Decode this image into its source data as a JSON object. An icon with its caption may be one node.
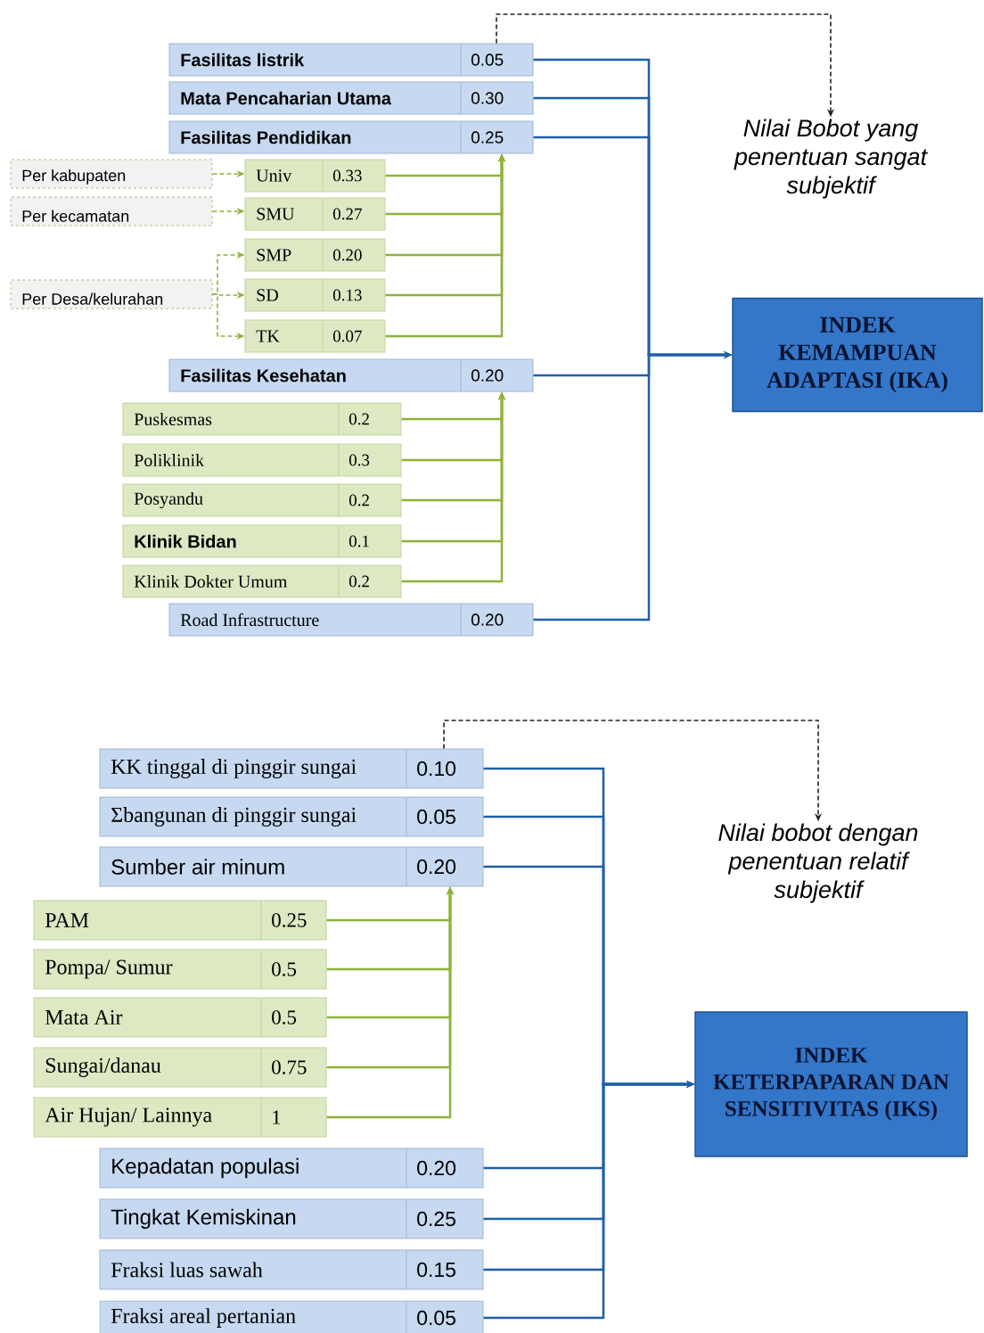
{
  "diagram": {
    "nodes": [
      {
        "text": [
          "Fasilitas listrik",
          "0.05"
        ]
      },
      {
        "text": [
          "Mata Pencaharian Utama",
          "0.30"
        ]
      },
      {
        "text": [
          "Fasilitas Pendidikan",
          "0.25"
        ]
      },
      {
        "text": [
          "Per kabupaten"
        ]
      },
      {
        "text": [
          "Per kecamatan"
        ]
      },
      {
        "text": [
          "Per Desa/kelurahan"
        ]
      },
      {
        "text": [
          "Univ",
          "0.33"
        ]
      },
      {
        "text": [
          "SMU",
          "0.27"
        ]
      },
      {
        "text": [
          "SMP",
          "0.20"
        ]
      },
      {
        "text": [
          "SD",
          "0.13"
        ]
      },
      {
        "text": [
          "TK",
          "0.07"
        ]
      },
      {
        "text": [
          "Fasilitas Kesehatan",
          "0.20"
        ]
      },
      {
        "text": [
          "Puskesmas",
          "0.2"
        ]
      },
      {
        "text": [
          "Poliklinik",
          "0.3"
        ]
      },
      {
        "text": [
          "Posyandu",
          "0.2"
        ]
      },
      {
        "text": [
          "Klinik Bidan",
          "0.1"
        ]
      },
      {
        "text": [
          "Klinik Dokter Umum",
          "0.2"
        ]
      },
      {
        "text": [
          "Road Infrastructure",
          "0.20"
        ]
      },
      {
        "text": [
          "INDEK KEMAMPUAN ADAPTASI (IKA)"
        ]
      },
      {
        "text": [
          "Nilai Bobot yang penentuan sangat subjektif"
        ]
      },
      {
        "text": [
          "KK tinggal di pinggir sungai",
          "0.10"
        ]
      },
      {
        "text": [
          "Σbangunan di pinggir sungai",
          "0.05"
        ]
      },
      {
        "text": [
          "Sumber air minum",
          "0.20"
        ]
      },
      {
        "text": [
          "PAM",
          "0.25"
        ]
      },
      {
        "text": [
          "Pompa/ Sumur",
          "0.5"
        ]
      },
      {
        "text": [
          "Mata Air",
          "0.5"
        ]
      },
      {
        "text": [
          "Sungai/danau",
          "0.75"
        ]
      },
      {
        "text": [
          "Air Hujan/ Lainnya",
          "1"
        ]
      },
      {
        "text": [
          "Kepadatan populasi",
          "0.20"
        ]
      },
      {
        "text": [
          "Tingkat Kemiskinan",
          "0.25"
        ]
      },
      {
        "text": [
          "Fraksi luas sawah",
          "0.15"
        ]
      },
      {
        "text": [
          "Fraksi areal pertanian",
          "0.05"
        ]
      },
      {
        "text": [
          "INDEK KETERPAPARAN DAN SENSITIVITAS (IKS)"
        ]
      },
      {
        "text": [
          "Nilai bobot dengan penentuan relatif subjektif"
        ]
      }
    ],
    "edges": [
      {
        "from": 0,
        "to": 18,
        "arrow": "to",
        "color": "#1f5fa8"
      },
      {
        "from": 1,
        "to": 18,
        "arrow": "to",
        "color": "#1f5fa8"
      },
      {
        "from": 2,
        "to": 18,
        "arrow": "to",
        "color": "#1f5fa8"
      },
      {
        "from": 11,
        "to": 18,
        "arrow": "to",
        "color": "#1f5fa8"
      },
      {
        "from": 17,
        "to": 18,
        "arrow": "to",
        "color": "#1f5fa8"
      },
      {
        "from": 6,
        "to": 2,
        "arrow": "to"
      },
      {
        "from": 7,
        "to": 2,
        "arrow": "to"
      },
      {
        "from": 8,
        "to": 2,
        "arrow": "to"
      },
      {
        "from": 9,
        "to": 2,
        "arrow": "to"
      },
      {
        "from": 10,
        "to": 2,
        "arrow": "to"
      },
      {
        "from": 3,
        "to": 6,
        "arrow": "to",
        "style": "dashed"
      },
      {
        "from": 4,
        "to": 7,
        "arrow": "to",
        "style": "dashed"
      },
      {
        "from": 5,
        "to": 8,
        "arrow": "to",
        "style": "dashed"
      },
      {
        "from": 5,
        "to": 9,
        "arrow": "to",
        "style": "dashed"
      },
      {
        "from": 5,
        "to": 10,
        "arrow": "to",
        "style": "dashed"
      },
      {
        "from": 12,
        "to": 11,
        "arrow": "to"
      },
      {
        "from": 13,
        "to": 11,
        "arrow": "to"
      },
      {
        "from": 14,
        "to": 11,
        "arrow": "to"
      },
      {
        "from": 15,
        "to": 11,
        "arrow": "to"
      },
      {
        "from": 16,
        "to": 11,
        "arrow": "to"
      },
      {
        "from": 0,
        "to": 19,
        "arrow": "to",
        "style": "dashed",
        "color": "#222222"
      },
      {
        "from": 20,
        "to": 32,
        "arrow": "to",
        "color": "#1f5fa8"
      },
      {
        "from": 21,
        "to": 32,
        "arrow": "to",
        "color": "#1f5fa8"
      },
      {
        "from": 22,
        "to": 32,
        "arrow": "to",
        "color": "#1f5fa8"
      },
      {
        "from": 28,
        "to": 32,
        "arrow": "to",
        "color": "#1f5fa8"
      },
      {
        "from": 29,
        "to": 32,
        "arrow": "to",
        "color": "#1f5fa8"
      },
      {
        "from": 30,
        "to": 32,
        "arrow": "to",
        "color": "#1f5fa8"
      },
      {
        "from": 31,
        "to": 32,
        "arrow": "to",
        "color": "#1f5fa8"
      },
      {
        "from": 23,
        "to": 22,
        "arrow": "to"
      },
      {
        "from": 24,
        "to": 22,
        "arrow": "to"
      },
      {
        "from": 25,
        "to": 22,
        "arrow": "to"
      },
      {
        "from": 26,
        "to": 22,
        "arrow": "to"
      },
      {
        "from": 27,
        "to": 22,
        "arrow": "to"
      },
      {
        "from": 20,
        "to": 33,
        "arrow": "to",
        "style": "dashed",
        "color": "#222222"
      }
    ]
  }
}
